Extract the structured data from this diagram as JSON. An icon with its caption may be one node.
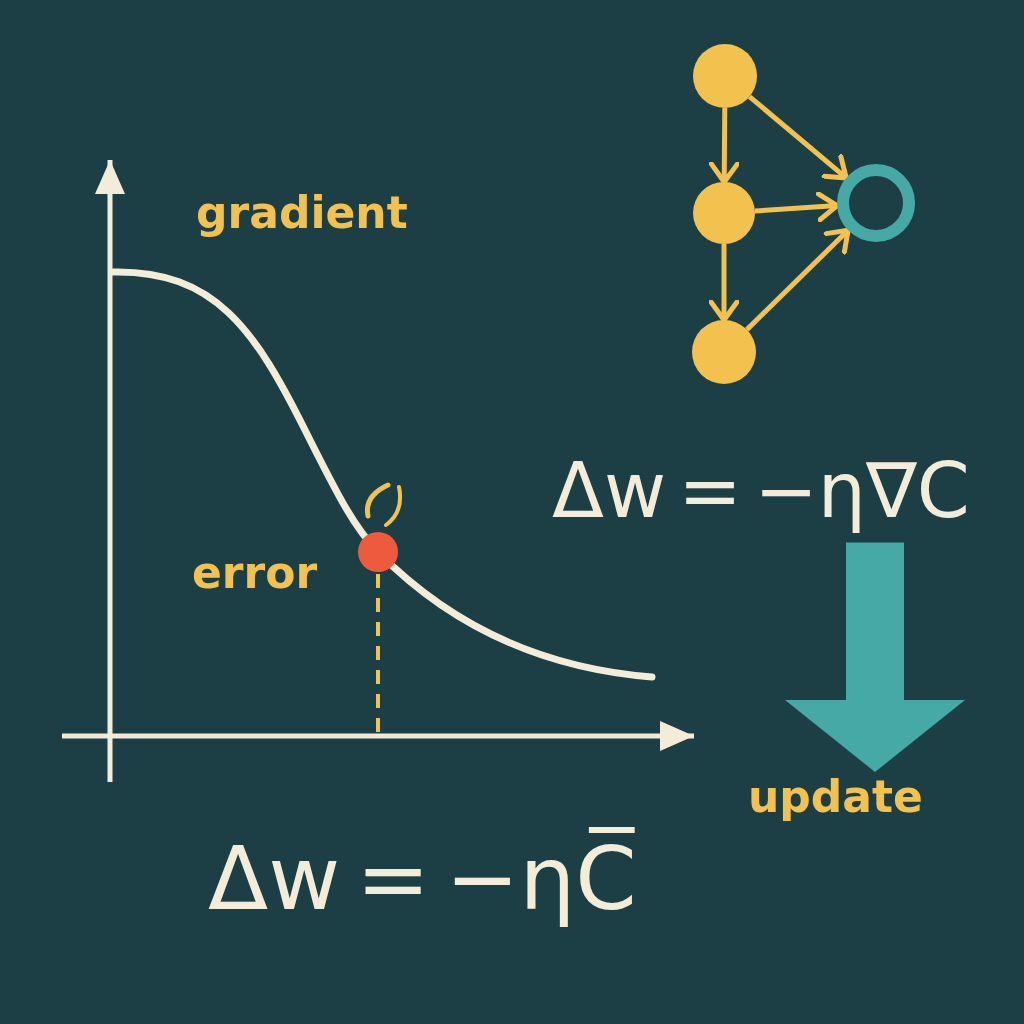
{
  "diagram": {
    "nodes": [
      {
        "text": [],
        "shape": "circle"
      },
      {
        "text": [],
        "shape": "circle"
      },
      {
        "text": [],
        "shape": "circle"
      },
      {
        "text": [],
        "shape": "circle"
      },
      {
        "text": [
          "Δw = −η∇C"
        ]
      },
      {
        "text": [
          "update"
        ]
      }
    ],
    "edges": [
      {
        "from": 0,
        "to": 1,
        "arrow": "to"
      },
      {
        "from": 1,
        "to": 3,
        "arrow": "to"
      },
      {
        "from": 0,
        "to": 2,
        "arrow": "to"
      },
      {
        "from": 1,
        "to": 2,
        "arrow": "to"
      },
      {
        "from": 3,
        "to": 2,
        "arrow": "to"
      },
      {
        "from": 4,
        "to": 5,
        "arrow": "to",
        "style": "thick",
        "color": "#46a9a6"
      }
    ],
    "labels": [
      "gradient",
      "error",
      "Δw = −ηC̅"
    ]
  }
}
